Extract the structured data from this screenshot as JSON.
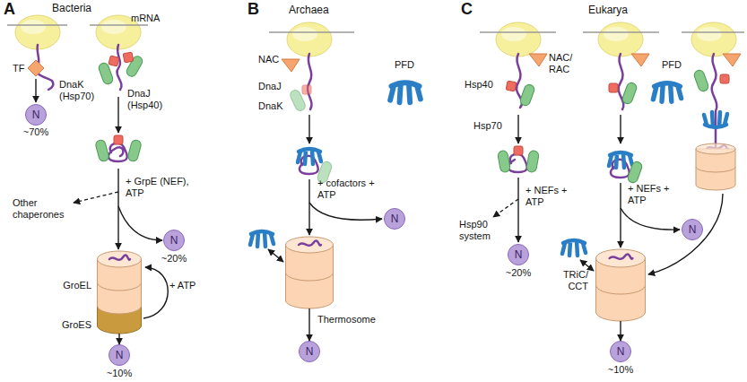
{
  "diagram": {
    "nodes": [
      {
        "text": [
          "N"
        ]
      },
      {
        "text": [
          "N"
        ]
      },
      {
        "text": [
          "GroEL",
          "GroES"
        ]
      },
      {
        "text": [
          "N"
        ]
      },
      {
        "text": [
          "N"
        ]
      },
      {
        "text": [
          "Thermosome"
        ]
      },
      {
        "text": [
          "N"
        ]
      },
      {
        "text": [
          "N"
        ]
      },
      {
        "text": [
          "N"
        ]
      },
      {
        "text": [
          "TRiC/ CCT"
        ]
      },
      {
        "text": [
          "N"
        ]
      }
    ],
    "edges": [
      {
        "from": 2,
        "to": 3,
        "arrow": "to"
      },
      {
        "from": 5,
        "to": 6,
        "arrow": "to"
      },
      {
        "from": 9,
        "to": 10,
        "arrow": "to"
      }
    ],
    "labels": [
      "A",
      "Bacteria",
      "mRNA",
      "TF",
      "~70%",
      "DnaK (Hsp70)",
      "DnaJ (Hsp40)",
      "+ GrpE (NEF), ATP",
      "Other chaperones",
      "~20%",
      "+ ATP",
      "~10%",
      "B",
      "Archaea",
      "NAC",
      "DnaJ",
      "DnaK",
      "PFD",
      "+ cofactors + ATP",
      "C",
      "Eukarya",
      "NAC/ RAC",
      "Hsp40",
      "Hsp70",
      "Hsp90 system",
      "+ NEFs + ATP",
      "~20%",
      "PFD",
      "+ NEFs + ATP",
      "~10%"
    ]
  }
}
